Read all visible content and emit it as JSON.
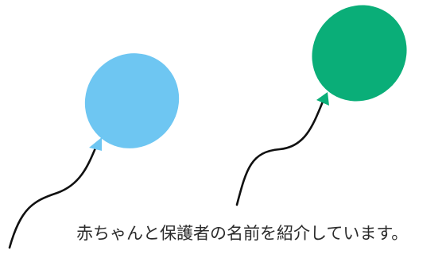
{
  "caption": {
    "text": "赤ちゃんと保護者の名前を紹介しています。"
  },
  "balloons": [
    {
      "name": "balloon-blue",
      "color": "#6EC6F2"
    },
    {
      "name": "balloon-green",
      "color": "#0AAE78"
    }
  ],
  "colors": {
    "string": "#111111",
    "background": "#ffffff",
    "caption_text": "#2b2b2b"
  }
}
